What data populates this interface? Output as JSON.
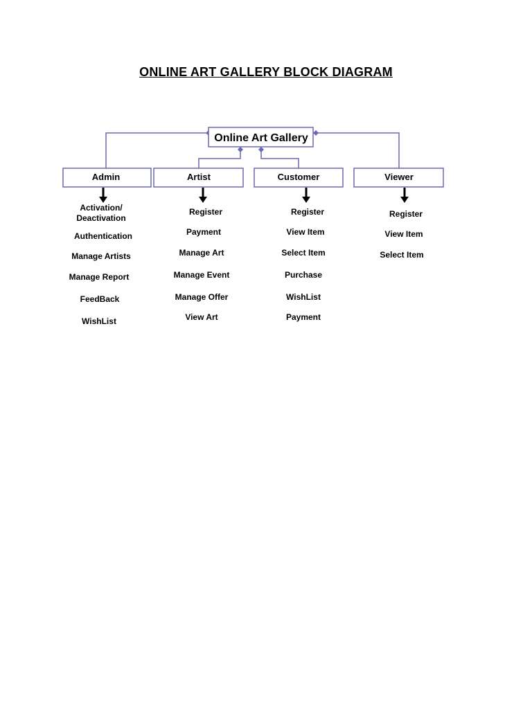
{
  "title": "ONLINE ART GALLERY BLOCK DIAGRAM",
  "colors": {
    "connector": "#6a68b0",
    "box_border": "#6a68b0",
    "arrow": "#000000"
  },
  "root": {
    "label": "Online Art Gallery"
  },
  "modules": [
    {
      "label": "Admin",
      "items": [
        "Activation/",
        "Deactivation",
        "Authentication",
        "Manage Artists",
        "Manage Report",
        "FeedBack",
        "WishList"
      ]
    },
    {
      "label": "Artist",
      "items": [
        "Register",
        "Payment",
        "Manage Art",
        "Manage Event",
        "Manage Offer",
        "View Art"
      ]
    },
    {
      "label": "Customer",
      "items": [
        "Register",
        "View Item",
        "Select Item",
        "Purchase",
        "WishList",
        "Payment"
      ]
    },
    {
      "label": "Viewer",
      "items": [
        "Register",
        "View Item",
        "Select Item"
      ]
    }
  ]
}
